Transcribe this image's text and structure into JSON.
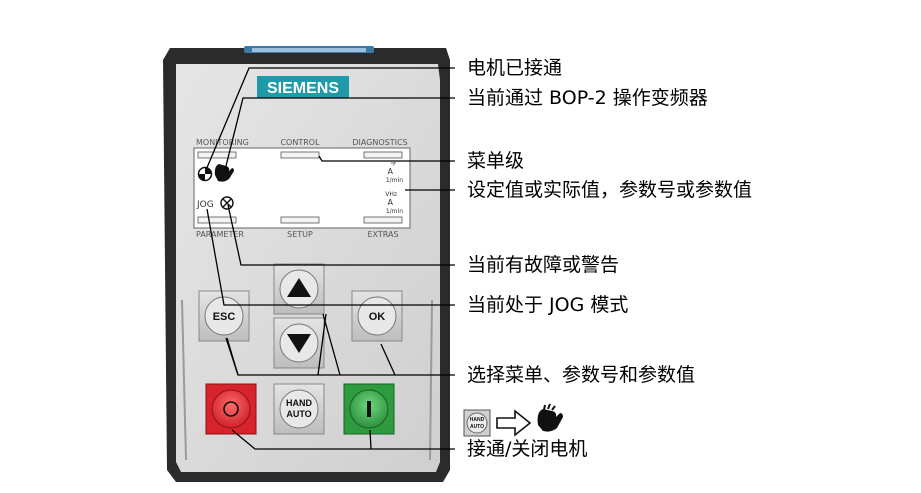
{
  "device": {
    "brand": "SIEMENS",
    "lcd_top_labels": [
      "MONITORING",
      "CONTROL",
      "DIAGNOSTICS"
    ],
    "lcd_bottom_labels": [
      "PARAMETER",
      "SETUP",
      "EXTRAS"
    ],
    "lcd_units_top": [
      "°F",
      "A",
      "1/min"
    ],
    "lcd_units_bottom": [
      "VHz",
      "A",
      "1/min"
    ],
    "lcd_jog": "JOG",
    "buttons": {
      "esc": "ESC",
      "ok": "OK",
      "hand_line1": "HAND",
      "hand_line2": "AUTO"
    }
  },
  "callouts": [
    "电机已接通",
    "当前通过 BOP-2 操作变频器",
    "菜单级",
    "设定值或实际值，参数号或参数值",
    "当前有故障或警告",
    "当前处于 JOG 模式",
    "选择菜单、参数号和参数值",
    "接通/关闭电机"
  ],
  "legend_icon": {
    "line1": "HAND",
    "line2": "AUTO"
  },
  "colors": {
    "housing": "#2b2b2b",
    "face": "#d9d9d9",
    "brand_bg": "#1f9aa8",
    "off_button": "#d7242c",
    "on_button": "#2e9b3f"
  },
  "icons": [
    "motor-rotation-icon",
    "hand-icon",
    "fault-icon",
    "arrow-up-icon",
    "arrow-down-icon",
    "hollow-arrow-right-icon"
  ]
}
